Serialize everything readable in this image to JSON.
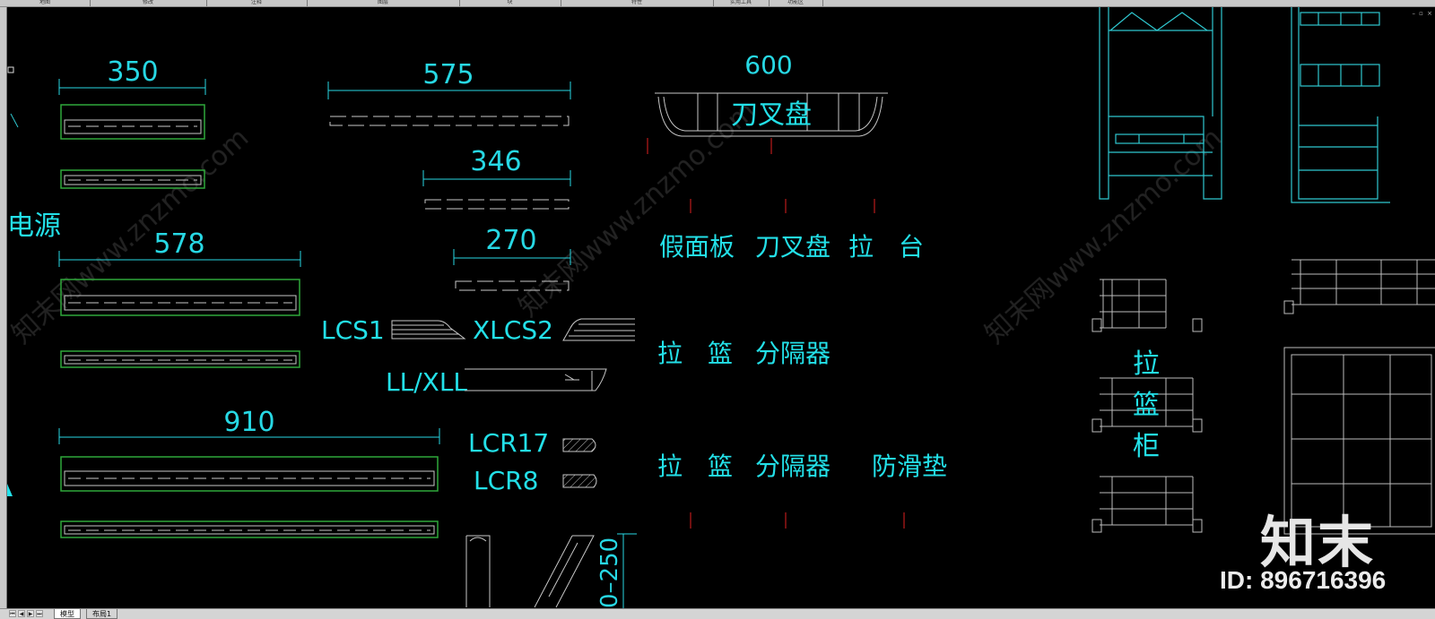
{
  "toolbar": {
    "segments": [
      "地图",
      "修改",
      "注释",
      "图层",
      "块",
      "特性",
      "实用工具",
      "功能区"
    ]
  },
  "window_controls": "– ▫ ×",
  "drawing": {
    "dimensions": {
      "d350": "350",
      "d575": "575",
      "d346": "346",
      "d270": "270",
      "d578": "578",
      "d910": "910",
      "d600": "600",
      "d250": "0–250"
    },
    "labels": {
      "power": "电源",
      "lcs1": "LCS1",
      "xlcs2": "XLCS2",
      "llxll": "LL/XLL",
      "lcr17": "LCR17",
      "lcr8": "LCR8",
      "knife_tray_top": "刀叉盘",
      "fake_panel": "假面板",
      "knife_tray": "刀叉盘",
      "pull_table": "拉　台",
      "basket1": "拉　篮",
      "divider1": "分隔器",
      "basket2": "拉　篮",
      "divider2": "分隔器",
      "antislip": "防滑垫",
      "cab_1": "拉",
      "cab_2": "篮",
      "cab_3": "柜"
    }
  },
  "tabs": {
    "model": "模型",
    "layout1": "布局1"
  },
  "watermark": {
    "logo": "知末",
    "id": "ID: 896716396",
    "url": "知末网www.znzmo.com"
  },
  "colors": {
    "background": "#000000",
    "cyan": "#24e1ea",
    "green": "#2fa83a",
    "red": "#e02020",
    "white_line": "#c8c8c8"
  }
}
